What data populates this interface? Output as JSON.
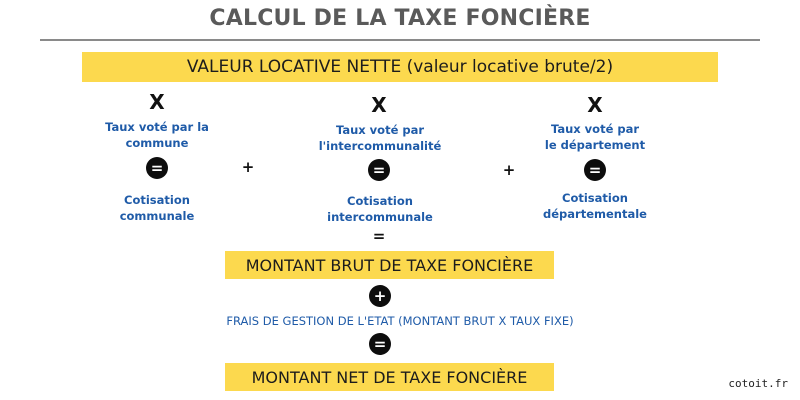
{
  "title": "CALCUL DE LA TAXE FONCIÈRE",
  "top_banner": "VALEUR LOCATIVE NETTE (valeur locative brute/2)",
  "multiply_symbol": "X",
  "equals_symbol": "=",
  "plus_symbol": "+",
  "columns": [
    {
      "rate_line1": "Taux voté par la",
      "rate_line2": "commune",
      "result_line1": "Cotisation",
      "result_line2": "communale"
    },
    {
      "rate_line1": "Taux voté par",
      "rate_line2": "l'intercommunalité",
      "result_line1": "Cotisation",
      "result_line2": "intercommunale"
    },
    {
      "rate_line1": "Taux voté par",
      "rate_line2": "le département",
      "result_line1": "Cotisation",
      "result_line2": "départementale"
    }
  ],
  "gross_banner": "MONTANT BRUT DE TAXE FONCIÈRE",
  "fees_text": "FRAIS DE GESTION DE L'ETAT (MONTANT BRUT X TAUX FIXE)",
  "net_banner": "MONTANT NET DE TAXE FONCIÈRE",
  "credit": "cotoit.fr",
  "colors": {
    "banner": "#fcd94e",
    "blue_text": "#1f5ba8",
    "title_gray": "#5a5a5a",
    "circle": "#0d0d0d"
  }
}
